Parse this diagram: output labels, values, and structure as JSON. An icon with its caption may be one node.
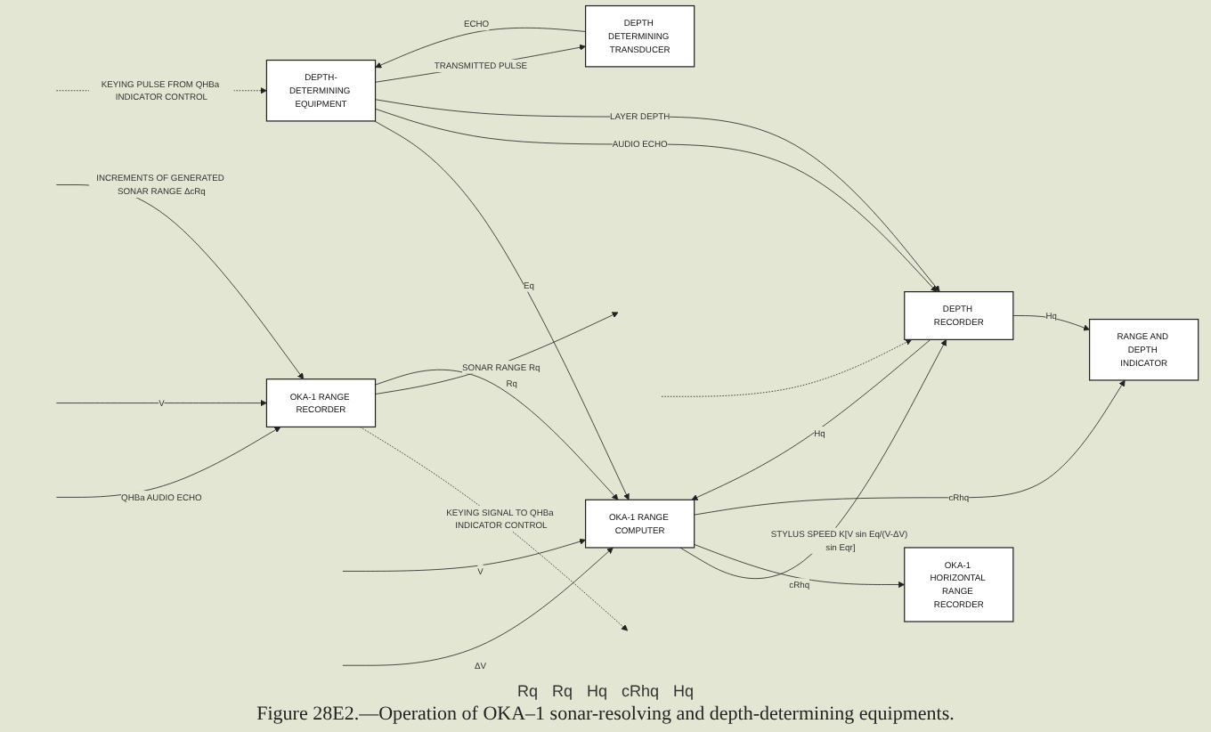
{
  "diagram": {
    "caption": "Figure 28E2.—Operation of OKA–1 sonar-resolving and depth-determining equipments.",
    "nodes": [
      {
        "text": [
          "OKA-1 RANGE RECORDER"
        ]
      },
      {
        "text": [
          "OKA-1 RANGE COMPUTER"
        ]
      },
      {
        "text": [
          "OKA-1 HORIZONTAL RANGE RECORDER"
        ]
      },
      {
        "text": [
          "DEPTH-DETERMINING EQUIPMENT"
        ]
      },
      {
        "text": [
          "DEPTH RECORDER"
        ]
      },
      {
        "text": [
          "RANGE AND DEPTH INDICATOR"
        ]
      },
      {
        "text": [
          "DEPTH DETERMINING TRANSDUCER"
        ]
      }
    ],
    "edges": [
      {
        "from": null,
        "to": 0,
        "arrow": "to",
        "label": "QHBa AUDIO ECHO"
      },
      {
        "from": null,
        "to": 0,
        "arrow": "to",
        "label": "V"
      },
      {
        "from": 0,
        "to": null,
        "arrow": "to",
        "label": "KEYING SIGNAL TO QHBa INDICATOR CONTROL",
        "style": "dashed"
      },
      {
        "from": 0,
        "to": null,
        "arrow": "to",
        "label": "SONAR RANGE Rq"
      },
      {
        "from": null,
        "to": 0,
        "arrow": "to",
        "label": "INCREMENTS OF GENERATED SONAR RANGE ΔcRq"
      },
      {
        "from": 0,
        "to": 1,
        "arrow": "to",
        "label": "Rq"
      },
      {
        "from": null,
        "to": 1,
        "arrow": "to",
        "label": "V"
      },
      {
        "from": null,
        "to": 1,
        "arrow": "to",
        "label": "ΔV"
      },
      {
        "from": 3,
        "to": 1,
        "arrow": "to",
        "label": "Eq"
      },
      {
        "from": 1,
        "to": 4,
        "arrow": "to",
        "label": "STYLUS SPEED K[V sin Eq/(V-ΔV) sin Eqr]"
      },
      {
        "from": 4,
        "to": 1,
        "arrow": "to",
        "label": "Hq"
      },
      {
        "from": 1,
        "to": 2,
        "arrow": "to",
        "label": "cRhq"
      },
      {
        "from": 1,
        "to": 5,
        "arrow": "to",
        "label": "cRhq"
      },
      {
        "from": 4,
        "to": 5,
        "arrow": "to",
        "label": "Hq"
      },
      {
        "from": 3,
        "to": 4,
        "arrow": "to",
        "label": "AUDIO ECHO"
      },
      {
        "from": 3,
        "to": 4,
        "arrow": "to",
        "label": "LAYER DEPTH"
      },
      {
        "from": null,
        "to": 3,
        "arrow": "to",
        "label": "KEYING PULSE FROM QHBa INDICATOR CONTROL",
        "style": "dashed"
      },
      {
        "from": null,
        "to": 4,
        "arrow": "to",
        "style": "dashed"
      },
      {
        "from": 6,
        "to": 3,
        "arrow": "to",
        "label": "ECHO"
      },
      {
        "from": 3,
        "to": 6,
        "arrow": "to",
        "label": "TRANSMITTED PULSE"
      }
    ],
    "labels": [
      "Rq",
      "Rq",
      "Hq",
      "cRhq",
      "Hq"
    ]
  }
}
